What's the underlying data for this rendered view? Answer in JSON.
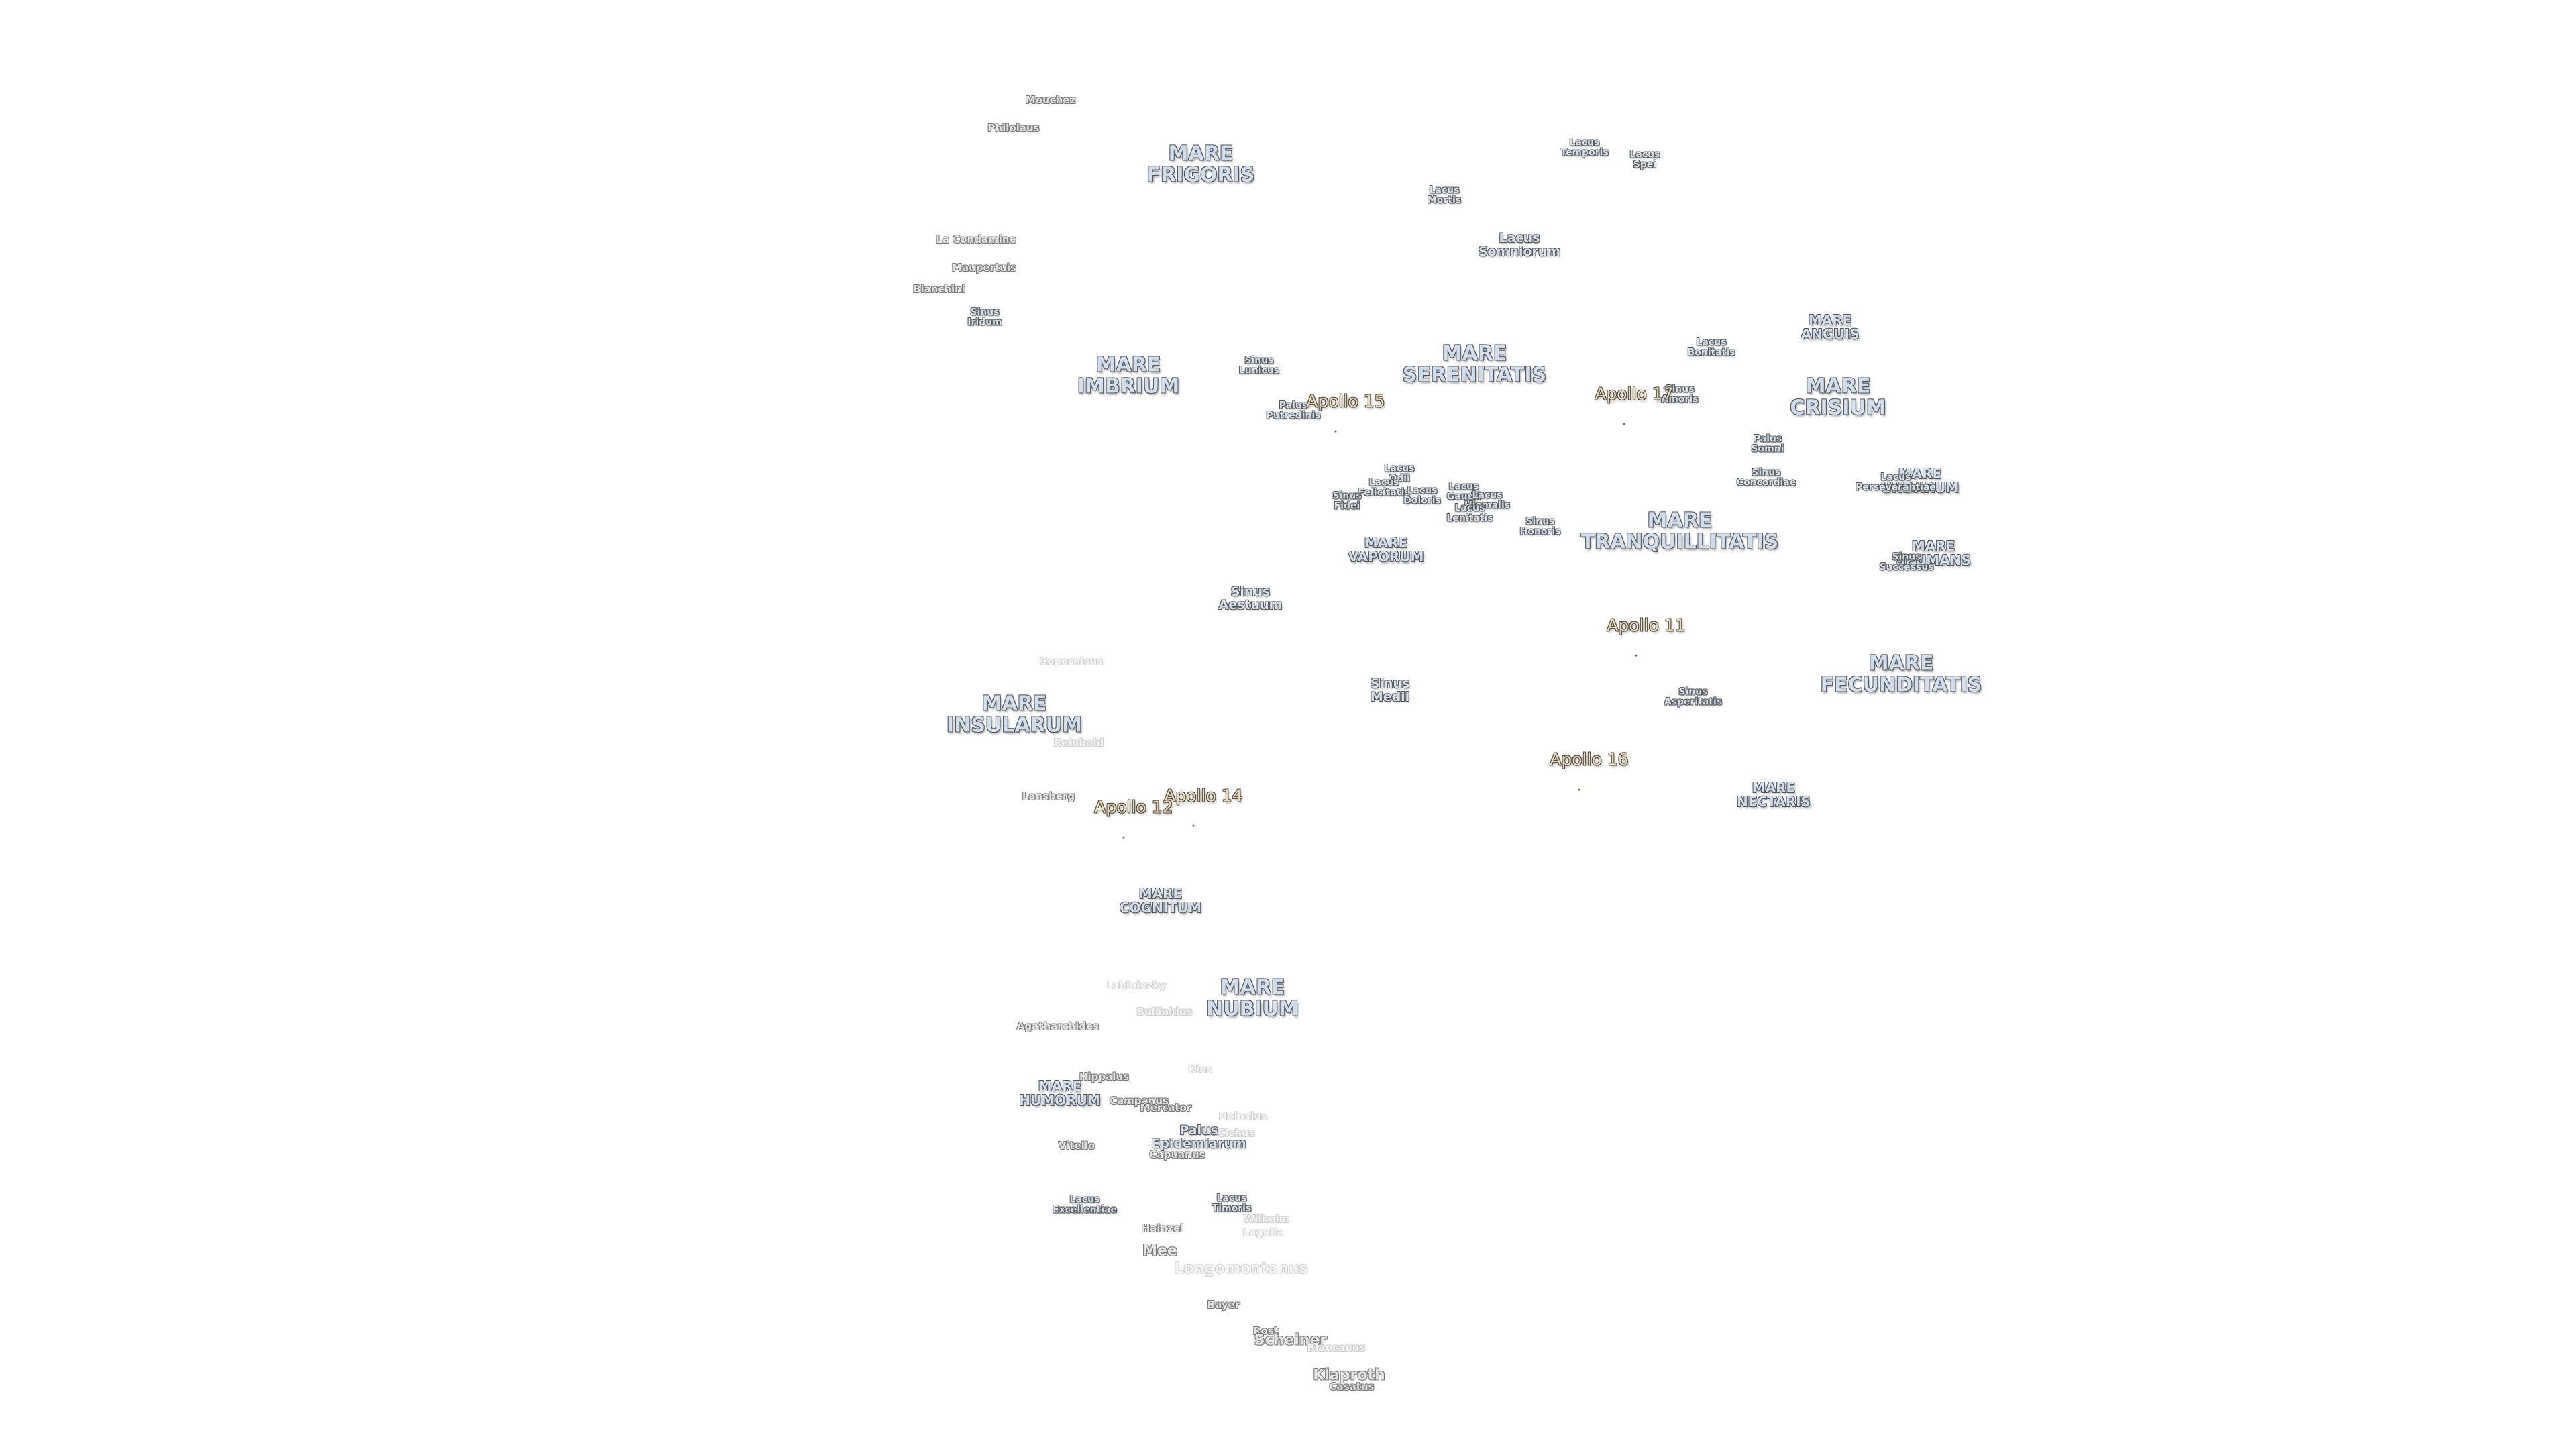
{
  "maria": {
    "frigoris": "MARE\nFRIGORIS",
    "imbrium": "MARE\nIMBRIUM",
    "serenitatis": "MARE\nSERENITATIS",
    "crisium": "MARE\nCRISIUM",
    "anguis": "MARE\nANGUIS",
    "undarum": "MARE\nUNDARUM",
    "spumans": "MARE\nSPUMANS",
    "vaporum": "MARE\nVAPORUM",
    "tranquillitatis": "MARE\nTRANQUILLITATIS",
    "fecunditatis": "MARE\nFECUNDITATIS",
    "insularum": "MARE\nINSULARUM",
    "nectaris": "MARE\nNECTARIS",
    "cognitum": "MARE\nCOGNITUM",
    "nubium": "MARE\nNUBIUM",
    "humorum": "MARE\nHUMORUM"
  },
  "features": {
    "lacus_temporis": "Lacus\nTemporis",
    "lacus_spei": "Lacus\nSpei",
    "lacus_mortis": "Lacus\nMortis",
    "lacus_somniorum": "Lacus\nSomniorum",
    "sinus_iridum": "Sinus\nIridum",
    "sinus_lunicus": "Sinus\nLunicus",
    "palus_putredinis": "Palus\nPutredinis",
    "lacus_bonitatis": "Lacus\nBonitatis",
    "sinus_amoris": "Sinus\nAmoris",
    "palus_somni": "Palus\nSomni",
    "sinus_concordiae": "Sinus\nConcordiae",
    "lacus_perseverantiae": "Lacus\nPerseverantiae",
    "sinus_successus": "Sinus\nSuccessus",
    "lacus_odii": "Lacus\nOdii",
    "lacus_felicitatis": "Lacus\nFelicitatis",
    "lacus_doloris": "Lacus\nDoloris",
    "sinus_fidei": "Sinus\nFidei",
    "lacus_gaudii": "Lacus\nGaudii",
    "lacus_hiemalis": "Lacus\nHiemalis",
    "lacus_lenitatis": "Lacus\nLenitatis",
    "sinus_honoris": "Sinus\nHonoris",
    "sinus_aestuum": "Sinus\nAestuum",
    "sinus_medii": "Sinus\nMedii",
    "sinus_asperitatis": "Sinus\nAsperitatis",
    "palus_epidemiarum": "Palus\nEpidemiarum",
    "lacus_excellentiae": "Lacus\nExcellentiae",
    "lacus_timoris": "Lacus\nTimoris"
  },
  "craters": {
    "mouchez": "Mouchez",
    "philolaus": "Philolaus",
    "la_condamine": "La Condamine",
    "maupertuis": "Maupertuis",
    "bianchini": "Bianchini",
    "copernicus": "Copernicus",
    "reinhold": "Reinhold",
    "lansberg": "Lansberg",
    "lubiniezky": "Lubiniezky",
    "bullialdus": "Bullialdus",
    "agatharchides": "Agatharchides",
    "kies": "Kies",
    "hippalus": "Hippalus",
    "campanus": "Campanus",
    "mercator": "Mercator",
    "capuanus": "Capuanus",
    "cichus": "Cichus",
    "vitello": "Vitello",
    "heinsius": "Heinsius",
    "hainzel": "Hainzel",
    "mee": "Mee",
    "lagalla": "Lagalla",
    "wilhelm": "Wilhelm",
    "longomontanus": "Longomontanus",
    "bayer": "Bayer",
    "rost": "Rost",
    "scheiner": "Scheiner",
    "blancanus": "Blancanus",
    "klaproth": "Klaproth",
    "casatus": "Casatus"
  },
  "apollo": {
    "a15": "Apollo 15",
    "a17": "Apollo 17",
    "a11": "Apollo 11",
    "a16": "Apollo 16",
    "a14": "Apollo 14",
    "a12": "Apollo 12"
  },
  "colors": {
    "mare_fill": "#cfdfef",
    "apollo_fill": "#f1dcb0",
    "outline": "#555555",
    "background": "#ffffff"
  }
}
